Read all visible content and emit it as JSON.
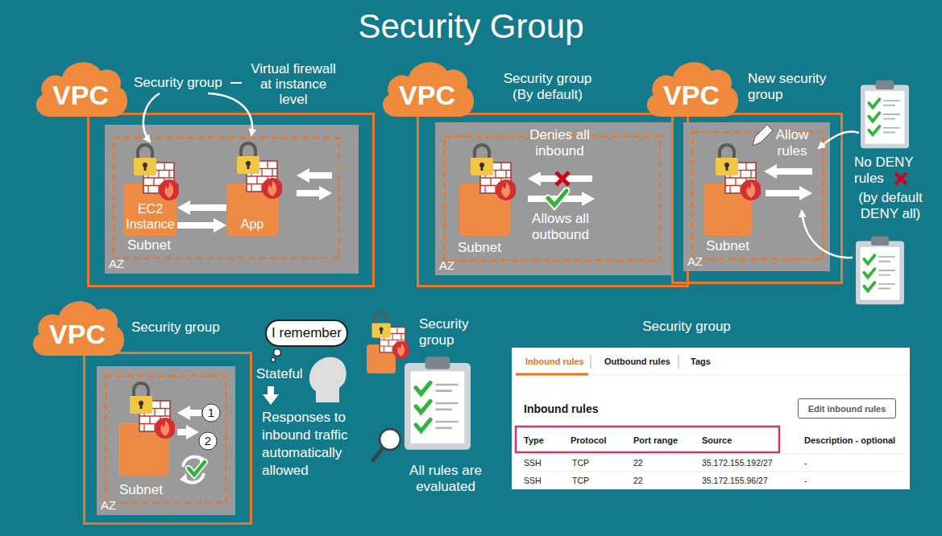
{
  "diagram": {
    "title": "Security Group",
    "nodes": [
      {
        "text": [
          "VPC"
        ]
      },
      {
        "text": [
          "AZ"
        ],
        "in": 0
      },
      {
        "text": [
          "Subnet"
        ],
        "in": 1
      },
      {
        "text": [
          "EC2 Instance"
        ],
        "in": 2
      },
      {
        "text": [
          "App"
        ],
        "in": 2
      },
      {
        "text": [
          "VPC"
        ]
      },
      {
        "text": [
          "AZ"
        ],
        "in": 5
      },
      {
        "text": [
          "Subnet"
        ],
        "in": 6
      },
      {
        "text": [
          "VPC"
        ]
      },
      {
        "text": [
          "AZ"
        ],
        "in": 8
      },
      {
        "text": [
          "Subnet"
        ],
        "in": 9
      },
      {
        "text": [
          "VPC"
        ]
      },
      {
        "text": [
          "AZ"
        ],
        "in": 11
      },
      {
        "text": [
          "Subnet"
        ],
        "in": 12
      },
      {
        "text": [
          "I remember"
        ]
      },
      {
        "text": [
          "Inbound rules",
          "Outbound rules",
          "Tags",
          "Inbound rules"
        ]
      },
      {
        "text": [
          "Edit inbound rules"
        ],
        "in": 15
      }
    ],
    "edges": [
      {
        "from": 4,
        "to": 3,
        "arrow": "to"
      },
      {
        "from": 3,
        "to": 4,
        "arrow": "to"
      }
    ],
    "labels": [
      "Security group",
      "Virtual firewall at instance level",
      "Security group (By default)",
      "Denies all inbound",
      "Allows all outbound",
      "New security group",
      "Allow rules",
      "No DENY rules",
      "(by default DENY all)",
      "Security group",
      "1",
      "2",
      "Stateful",
      "Responses to inbound traffic automatically allowed",
      "Security group",
      "All rules are evaluated",
      "Security group",
      "Type",
      "Protocol",
      "Port range",
      "Source",
      "Description - optional",
      "SSH",
      "TCP",
      "22",
      "35.172.155.192/27",
      "-",
      "SSH",
      "TCP",
      "22",
      "35.172.155.96/27",
      "-"
    ]
  }
}
